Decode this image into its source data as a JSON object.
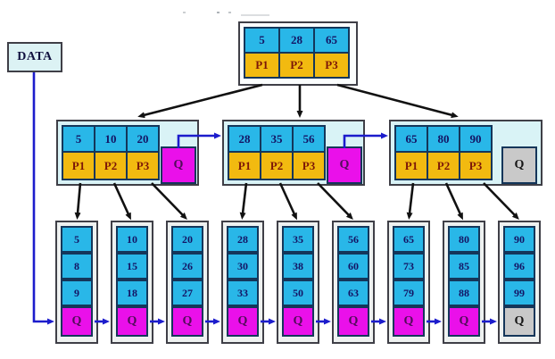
{
  "labels": {
    "data_box": "DATA"
  },
  "colors": {
    "key_cell": "#29b7e8",
    "pointer_cell": "#f2ba10",
    "q_pointer_cell": "#ea10ea",
    "q_null_pointer_cell": "#c9c9c9",
    "node_background": "#d9f3f6",
    "link_arrow_blue": "#1c1ccc",
    "tree_arrow_black": "#111111"
  },
  "tree": {
    "root": {
      "keys": [
        "5",
        "28",
        "65"
      ],
      "pointers": [
        "P1",
        "P2",
        "P3"
      ]
    },
    "internal_nodes": [
      {
        "keys": [
          "5",
          "10",
          "20"
        ],
        "pointers": [
          "P1",
          "P2",
          "P3"
        ],
        "q": "Q",
        "q_null": false
      },
      {
        "keys": [
          "28",
          "35",
          "56"
        ],
        "pointers": [
          "P1",
          "P2",
          "P3"
        ],
        "q": "Q",
        "q_null": false
      },
      {
        "keys": [
          "65",
          "80",
          "90"
        ],
        "pointers": [
          "P1",
          "P2",
          "P3"
        ],
        "q": "Q",
        "q_null": true
      }
    ],
    "leaves": [
      {
        "values": [
          "5",
          "8",
          "9"
        ],
        "q": "Q",
        "q_null": false
      },
      {
        "values": [
          "10",
          "15",
          "18"
        ],
        "q": "Q",
        "q_null": false
      },
      {
        "values": [
          "20",
          "26",
          "27"
        ],
        "q": "Q",
        "q_null": false
      },
      {
        "values": [
          "28",
          "30",
          "33"
        ],
        "q": "Q",
        "q_null": false
      },
      {
        "values": [
          "35",
          "38",
          "50"
        ],
        "q": "Q",
        "q_null": false
      },
      {
        "values": [
          "56",
          "60",
          "63"
        ],
        "q": "Q",
        "q_null": false
      },
      {
        "values": [
          "65",
          "73",
          "79"
        ],
        "q": "Q",
        "q_null": false
      },
      {
        "values": [
          "80",
          "85",
          "88"
        ],
        "q": "Q",
        "q_null": false
      },
      {
        "values": [
          "90",
          "96",
          "99"
        ],
        "q": "Q",
        "q_null": true
      }
    ]
  }
}
